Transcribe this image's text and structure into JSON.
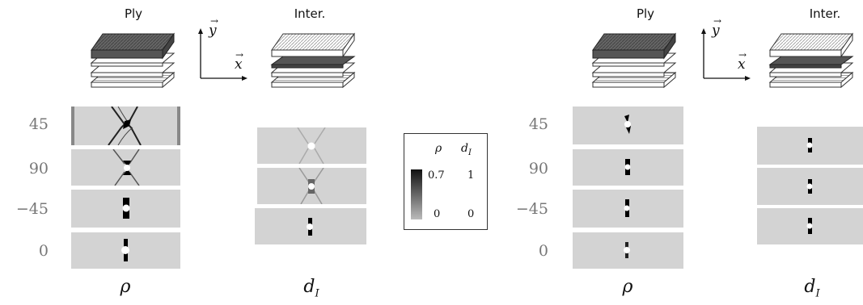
{
  "left": {
    "ply_header": "Ply",
    "inter_header": "Inter.",
    "axis_y": "y",
    "axis_x": "x",
    "angles": [
      "45",
      "90",
      "−45",
      "0"
    ],
    "ply_symbol": "ρ",
    "inter_symbol_main": "d",
    "inter_symbol_sub": "I"
  },
  "right": {
    "ply_header": "Ply",
    "inter_header": "Inter.",
    "axis_y": "y",
    "axis_x": "x",
    "angles": [
      "45",
      "90",
      "−45",
      "0"
    ],
    "ply_symbol": "ρ",
    "inter_symbol_main": "d",
    "inter_symbol_sub": "I"
  },
  "legend": {
    "col1_header": "ρ",
    "col2_header_main": "d",
    "col2_header_sub": "I",
    "col1_max": "0.7",
    "col2_max": "1",
    "col1_min": "0",
    "col2_min": "0",
    "colorbar_dark": "#111111",
    "colorbar_light": "#bbbbbb"
  },
  "colors": {
    "panel_bg": "#d3d3d3",
    "damage": "#000000",
    "hole": "#ffffff"
  }
}
